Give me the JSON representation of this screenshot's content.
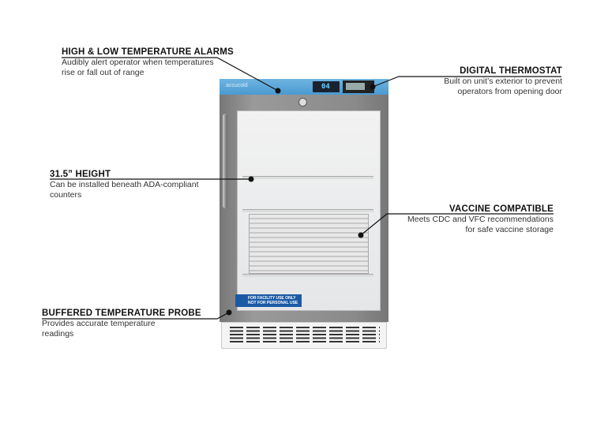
{
  "product": {
    "brand": "accucold",
    "display_value": "04",
    "label_line1": "FOR FACILITY USE ONLY",
    "label_line2": "NOT FOR PERSONAL USE"
  },
  "features": [
    {
      "title": "HIGH & LOW TEMPERATURE ALARMS",
      "desc": [
        "Audibly alert operator when temperatures",
        "rise or fall out of range"
      ]
    },
    {
      "title": "DIGITAL THERMOSTAT",
      "desc": [
        "Built on unit’s exterior to prevent",
        "operators from opening door"
      ]
    },
    {
      "title": "31.5” HEIGHT",
      "desc": [
        "Can be installed beneath ADA-compliant",
        "counters"
      ]
    },
    {
      "title": "VACCINE COMPATIBLE",
      "desc": [
        "Meets CDC and VFC recommendations",
        "for safe vaccine storage"
      ]
    },
    {
      "title": "BUFFERED TEMPERATURE PROBE",
      "desc": [
        "Provides accurate temperature",
        "readings"
      ]
    }
  ]
}
